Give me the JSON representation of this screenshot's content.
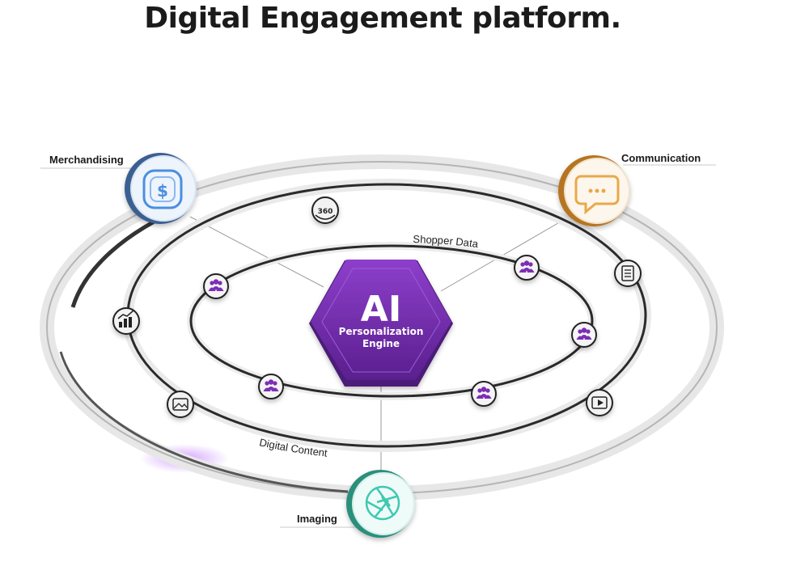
{
  "header": {
    "title": "Digital Engagement platform."
  },
  "diagram": {
    "center": {
      "title": "AI",
      "line1": "Personalization",
      "line2": "Engine",
      "color": "#7b2fb5"
    },
    "ring_labels": {
      "shopper_data": "Shopper Data",
      "digital_content": "Digital Content"
    },
    "nodes": {
      "merchandising": {
        "label": "Merchandising",
        "icon": "dollar-chat-icon",
        "color": "#4a8fe0"
      },
      "communication": {
        "label": "Communication",
        "icon": "chat-bubble-icon",
        "color": "#e8a94a"
      },
      "imaging": {
        "label": "Imaging",
        "icon": "camera-aperture-icon",
        "color": "#3fc9b0"
      }
    },
    "small_icons": [
      "view-360-icon",
      "chart-icon",
      "image-icon",
      "document-icon",
      "video-icon",
      "users-icon"
    ]
  }
}
